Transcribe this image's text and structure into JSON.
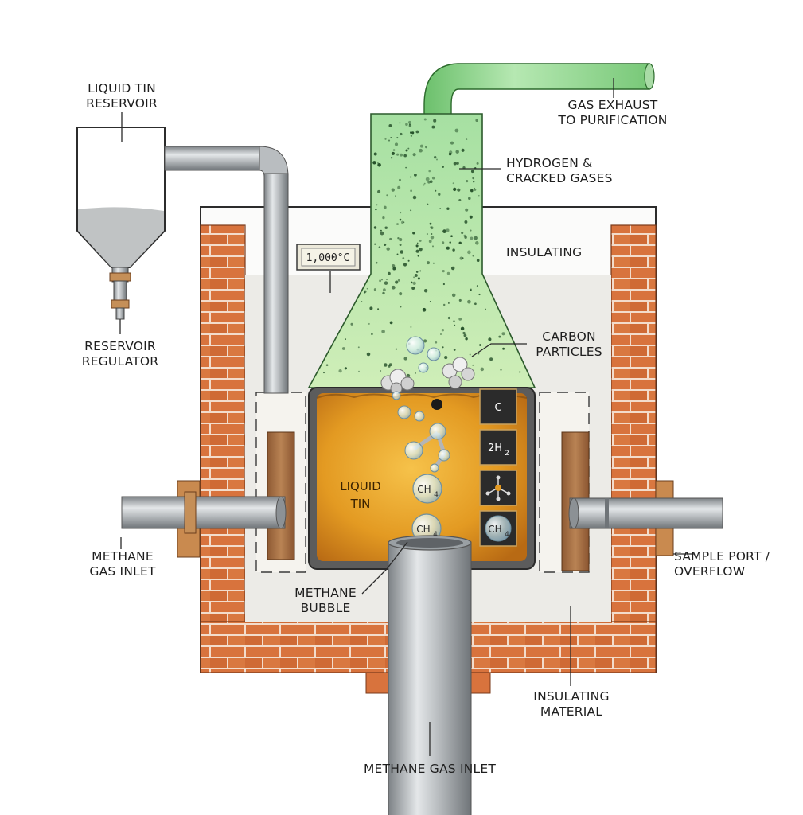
{
  "colors": {
    "brick": "#d8733d",
    "mortar": "#f6e3d6",
    "insulation": "#ecebe7",
    "tin": "#e8a020",
    "gas_column": "#9bd99a",
    "steel": "#a9aeb2",
    "badge": "#2b2b2b",
    "label_text": "#1e1e1e"
  },
  "labels": {
    "reservoir": [
      "LIQUID TIN",
      "RESERVOIR"
    ],
    "regulator": [
      "RESERVOIR",
      "REGULATOR"
    ],
    "exhaust": [
      "GAS EXHAUST",
      "TO PURIFICATION"
    ],
    "hydrogen": [
      "HYDROGEN &",
      "CRACKED GASES"
    ],
    "insulating_top": "INSULATING",
    "carbon": [
      "CARBON",
      "PARTICLES"
    ],
    "methane_side": [
      "METHANE",
      "GAS INLET"
    ],
    "bubble": [
      "METHANE",
      "BUBBLE"
    ],
    "sample_port": [
      "SAMPLE PORT /",
      "OVERFLOW"
    ],
    "insulating_material": [
      "INSULATING",
      "MATERIAL"
    ],
    "methane_bottom": "METHANE GAS INLET"
  },
  "temperature_display": "1,000°C",
  "liquid_label": [
    "LIQUID",
    "TIN"
  ],
  "reaction_badges": {
    "carbon": "C",
    "hydrogen": "2H",
    "hydrogen_sub": "2",
    "methane": "CH",
    "methane_sub": "4"
  },
  "molecule_labels": {
    "methane": "CH",
    "methane_sub": "4"
  },
  "icons": [
    "thermometer-display-icon",
    "methane-molecule-icon",
    "hydrogen-molecule-icon",
    "carbon-particle-icon",
    "gas-bubble-icon"
  ]
}
